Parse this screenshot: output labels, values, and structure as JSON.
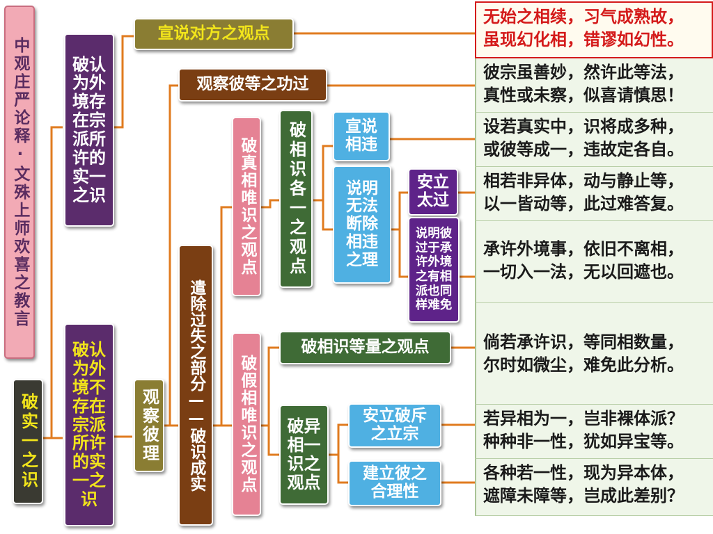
{
  "colors": {
    "connector": "#e07b1f",
    "title_bg": "#f2aab5",
    "olive": "#8a7d33",
    "purple": "#5b2c6c",
    "brown": "#7a3e13",
    "pink": "#e58294",
    "green": "#3f6b36",
    "blue": "#4fb0e2",
    "violet": "#5e2389",
    "dark": "#3a3a32",
    "yellow_text": "#f2e51b",
    "verse_red": "#d41a1a"
  },
  "title": "中观庄严论释·文殊上师欢喜之教言",
  "root": "破实一之识",
  "branch_exists": "破认为外境存在宗派所许的实一之识",
  "branch_not_exists": "破认为外境不存在宗派所许的实一之识",
  "observe": "观察彼理",
  "state_opponent": "宣说对方之观点",
  "examine_merits": "观察彼等之功过",
  "remove_faults": "遣除过失之部分——破识成实",
  "true_aspect": "破真相唯识之观点",
  "false_aspect": "破假相唯识之观点",
  "refute_one_each": "破相识各一之观点",
  "state_contradiction": "宣说相违",
  "explain_cannot_remove": "说明无法断除相违之理",
  "establish_fault": "安立太过",
  "same_for_externalists": "说明彼过于承许外境之有相派也同样难免",
  "refute_equal_number": "破相识等量之观点",
  "refute_different": "破异相一识之观点",
  "establish_refute_own": "安立破斥之立宗",
  "establish_reasoning": "建立彼之合理性",
  "verses": [
    {
      "l1": "无始之相续，习气成熟故，",
      "l2": "虽现幻化相，错谬如幻性。"
    },
    {
      "l1": "彼宗虽善妙，然许此等法，",
      "l2": "真性或未察，似喜请慎思！"
    },
    {
      "l1": "设若真实中，识将成多种，",
      "l2": "或彼等成一，违故定各自。"
    },
    {
      "l1": "相若非异体，动与静止等，",
      "l2": "以一皆动等，此过难答复。"
    },
    {
      "l1": "承许外境事，依旧不离相，",
      "l2": "一切入一法，无以回遮也。"
    },
    {
      "l1": "倘若承许识，等同相数量，",
      "l2": "尔时如微尘，难免此分析。"
    },
    {
      "l1": "若异相为一，岂非裸体派？",
      "l2": "种种非一性，犹如异宝等。"
    },
    {
      "l1": "各种若一性，现为异本体，",
      "l2": "遮障未障等，岂成此差别？"
    }
  ]
}
